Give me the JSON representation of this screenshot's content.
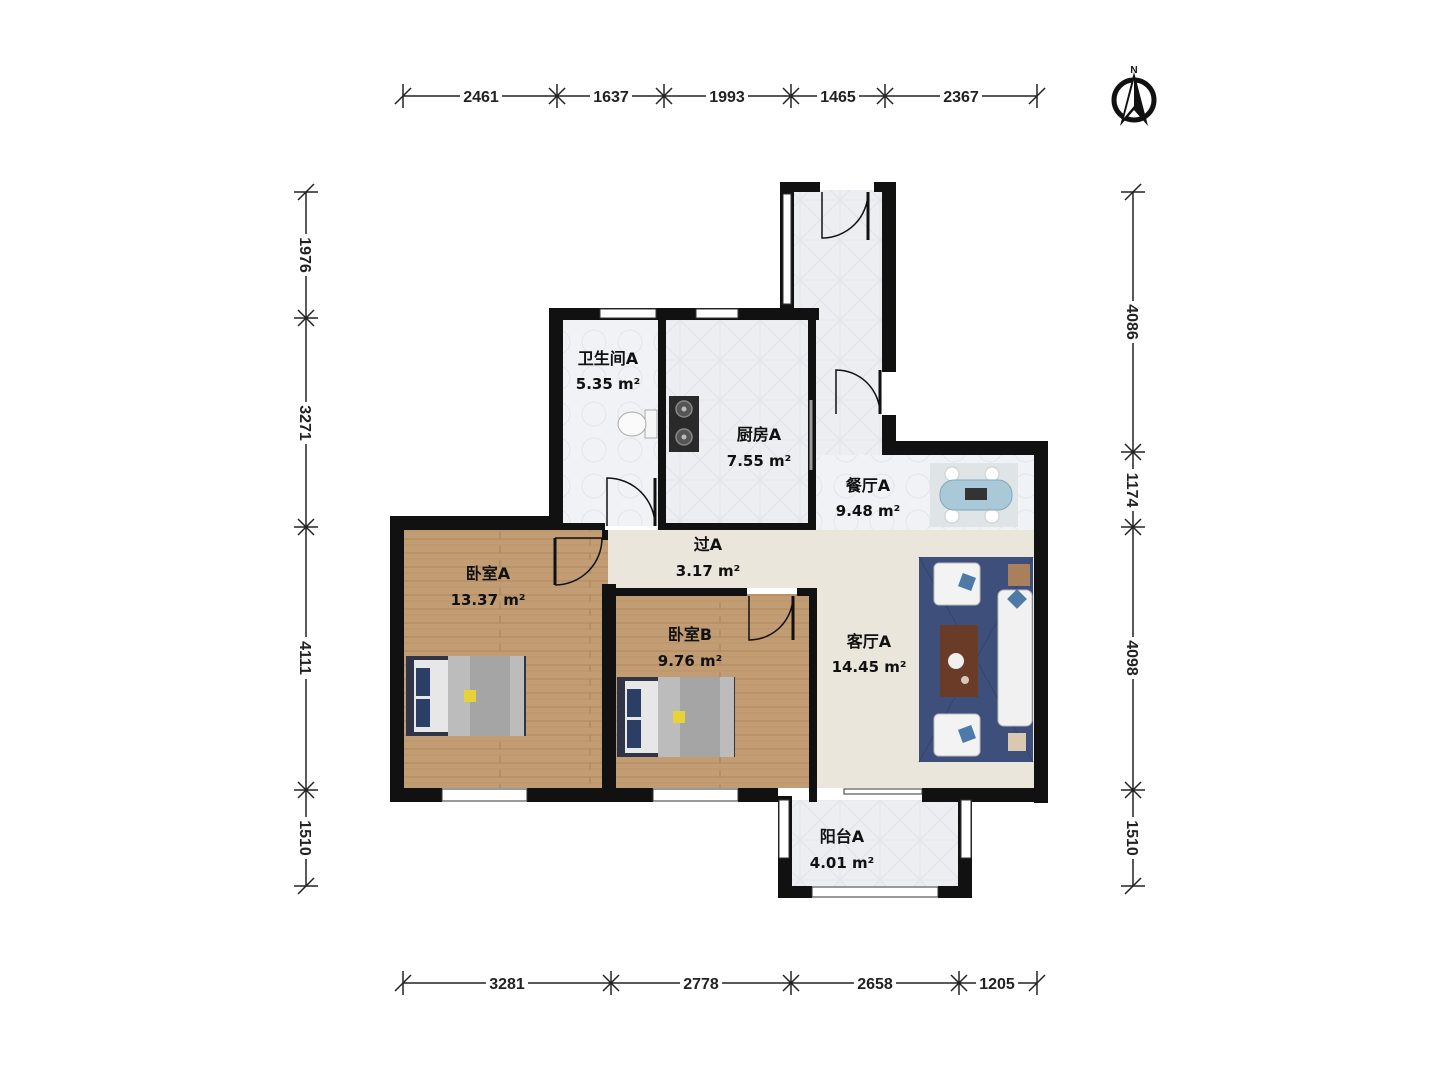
{
  "compass": {
    "label": "N"
  },
  "dimensions": {
    "top": [
      "2461",
      "1637",
      "1993",
      "1465",
      "2367"
    ],
    "bottom": [
      "3281",
      "2778",
      "2658",
      "1205"
    ],
    "left": [
      "1976",
      "3271",
      "4111",
      "1510"
    ],
    "right": [
      "4086",
      "1174",
      "4098",
      "1510"
    ]
  },
  "rooms": {
    "bathroom": {
      "name": "卫生间A",
      "area": "5.35 m²"
    },
    "kitchen": {
      "name": "厨房A",
      "area": "7.55 m²"
    },
    "dining": {
      "name": "餐厅A",
      "area": "9.48 m²"
    },
    "hallway": {
      "name": "过A",
      "area": "3.17 m²"
    },
    "bedroom_a": {
      "name": "卧室A",
      "area": "13.37 m²"
    },
    "bedroom_b": {
      "name": "卧室B",
      "area": "9.76 m²"
    },
    "living": {
      "name": "客厅A",
      "area": "14.45 m²"
    },
    "balcony": {
      "name": "阳台A",
      "area": "4.01 m²"
    }
  },
  "colors": {
    "wall": "#111111",
    "wood_floor": "#b8936c",
    "tile_floor": "#eef0f4",
    "rug": "#3d4f7a"
  }
}
